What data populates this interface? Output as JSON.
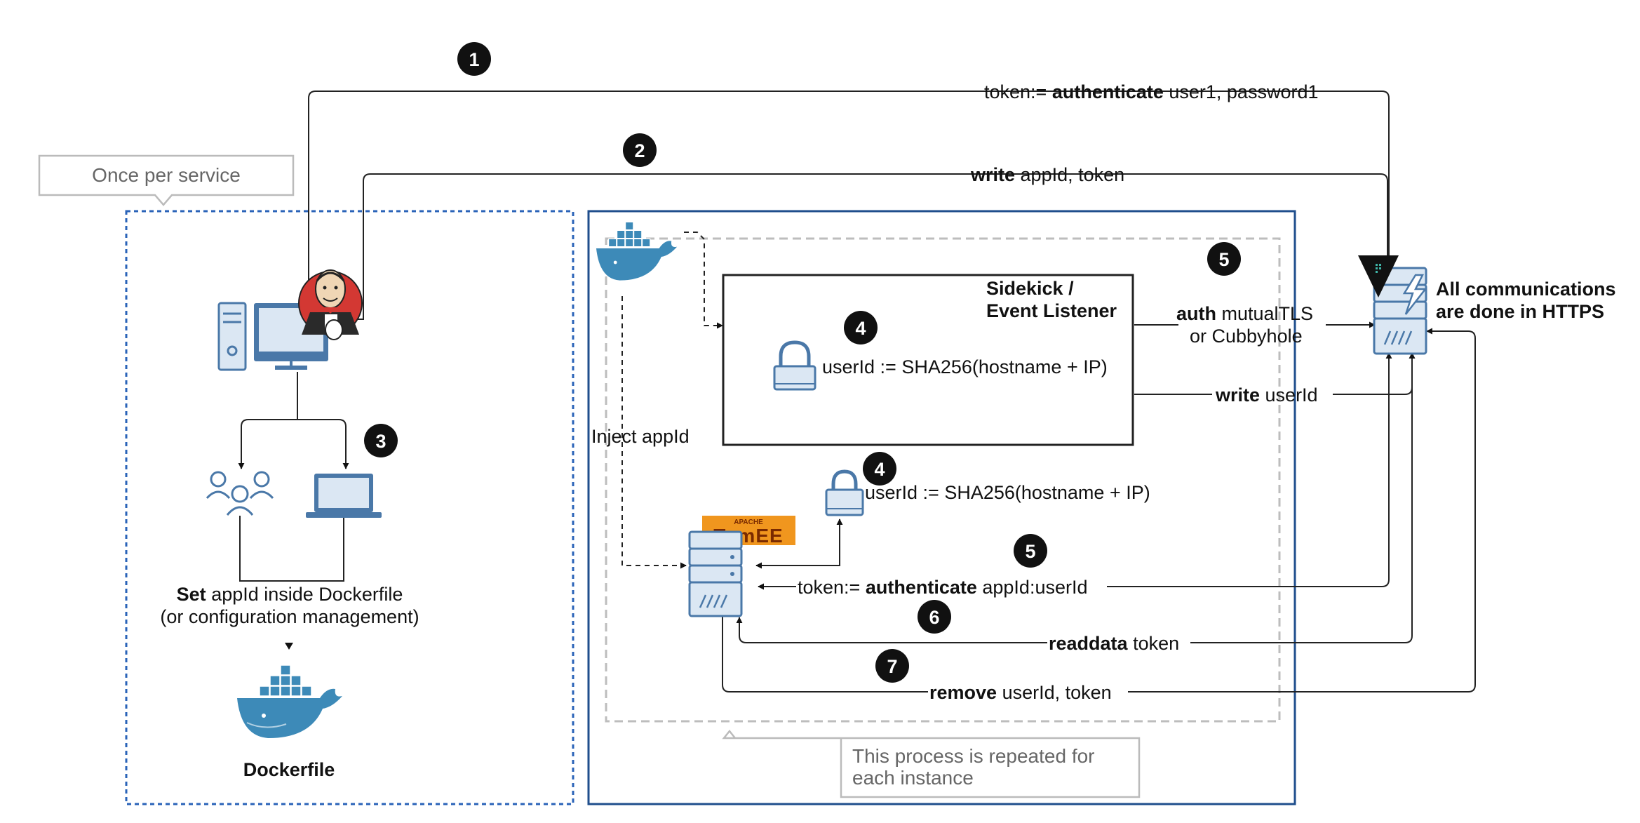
{
  "callouts": {
    "once_per_service": "Once per service",
    "repeated": [
      "This process is repeated for",
      "each instance"
    ]
  },
  "steps": {
    "s1": "1",
    "s2": "2",
    "s3": "3",
    "s4a": "4",
    "s4b": "4",
    "s5a": "5",
    "s5b": "5",
    "s6": "6",
    "s7": "7"
  },
  "labels": {
    "auth_user_pre": "token:= ",
    "auth_user_bold": "authenticate",
    "auth_user_post": " user1, password1",
    "write_appid_bold": "write",
    "write_appid_post": " appId, token",
    "set_appid_bold": "Set",
    "set_appid_post": " appId inside Dockerfile",
    "config_mgmt": "(or configuration management)",
    "dockerfile": "Dockerfile",
    "sidekick_line1": "Sidekick /",
    "sidekick_line2": "Event Listener",
    "userid_hash": "userId := SHA256(hostname + IP)",
    "auth_mtls_bold": "auth",
    "auth_mtls_post": " mutualTLS",
    "or_cubbyhole": "or Cubbyhole",
    "write_userid_bold": "write",
    "write_userid_post": " userId",
    "inject_appid": "Inject appId",
    "token_appid_pre": "token:= ",
    "token_appid_bold": "authenticate",
    "token_appid_post": " appId:userId",
    "readdata_bold": "readdata",
    "readdata_post": " token",
    "remove_bold": "remove",
    "remove_post": " userId, token",
    "https_line1": "All communications",
    "https_line2": "are done in HTTPS",
    "tomee_small": "APACHE",
    "tomee_big": "TomEE"
  },
  "colors": {
    "docker_blue": "#3d8ab8",
    "device_blue": "#4a78a8",
    "device_fill": "#dbe7f3",
    "container_border": "#1f4e8c",
    "tomee_orange": "#f0961e"
  }
}
